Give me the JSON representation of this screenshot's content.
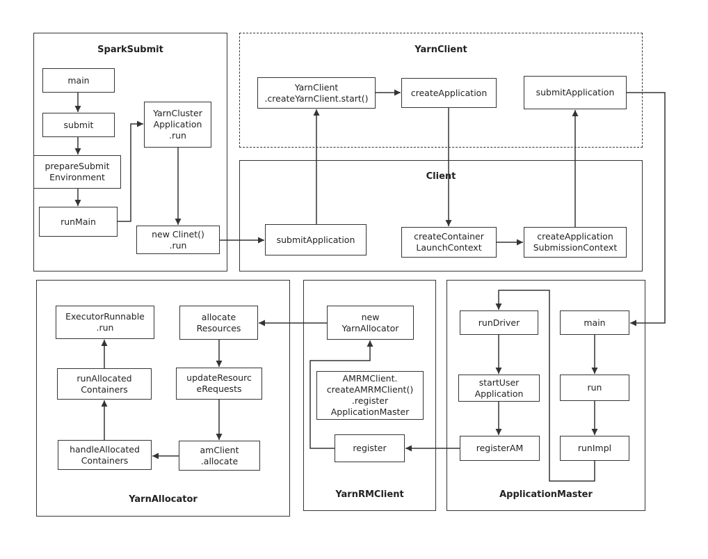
{
  "groups": {
    "spark_submit": "SparkSubmit",
    "yarn_client": "YarnClient",
    "client": "Client",
    "yarn_allocator": "YarnAllocator",
    "yarn_rm_client": "YarnRMClient",
    "application_master": "ApplicationMaster"
  },
  "nodes": {
    "main": "main",
    "submit": "submit",
    "prepare_submit_env": "prepareSubmit\nEnvironment",
    "run_main": "runMain",
    "yarn_cluster_app_run": "YarnCluster\nApplication\n.run",
    "new_clinet_run": "new Clinet()\n.run",
    "client_submit_application": "submitApplication",
    "yarn_client_create_start": "YarnClient\n.createYarnClient.start()",
    "create_application": "createApplication",
    "yarnclient_submit_application": "submitApplication",
    "create_container_launch_context": "createContainer\nLaunchContext",
    "create_application_submission_context": "createApplication\nSubmissionContext",
    "executor_runnable_run": "ExecutorRunnable\n.run",
    "allocate_resources": "allocate\nResources",
    "run_allocated_containers": "runAllocated\nContainers",
    "update_resource_requests": "updateResourc\neRequests",
    "handle_allocated_containers": "handleAllocated\nContainers",
    "am_client_allocate": "amClient\n.allocate",
    "new_yarn_allocator": "new\nYarnAllocator",
    "amrm_client_register": "AMRMClient.\ncreateAMRMClient()\n.register\nApplicationMaster",
    "register": "register",
    "run_driver": "runDriver",
    "am_main": "main",
    "start_user_application": "startUser\nApplication",
    "am_run": "run",
    "register_am": "registerAM",
    "run_impl": "runImpl"
  }
}
